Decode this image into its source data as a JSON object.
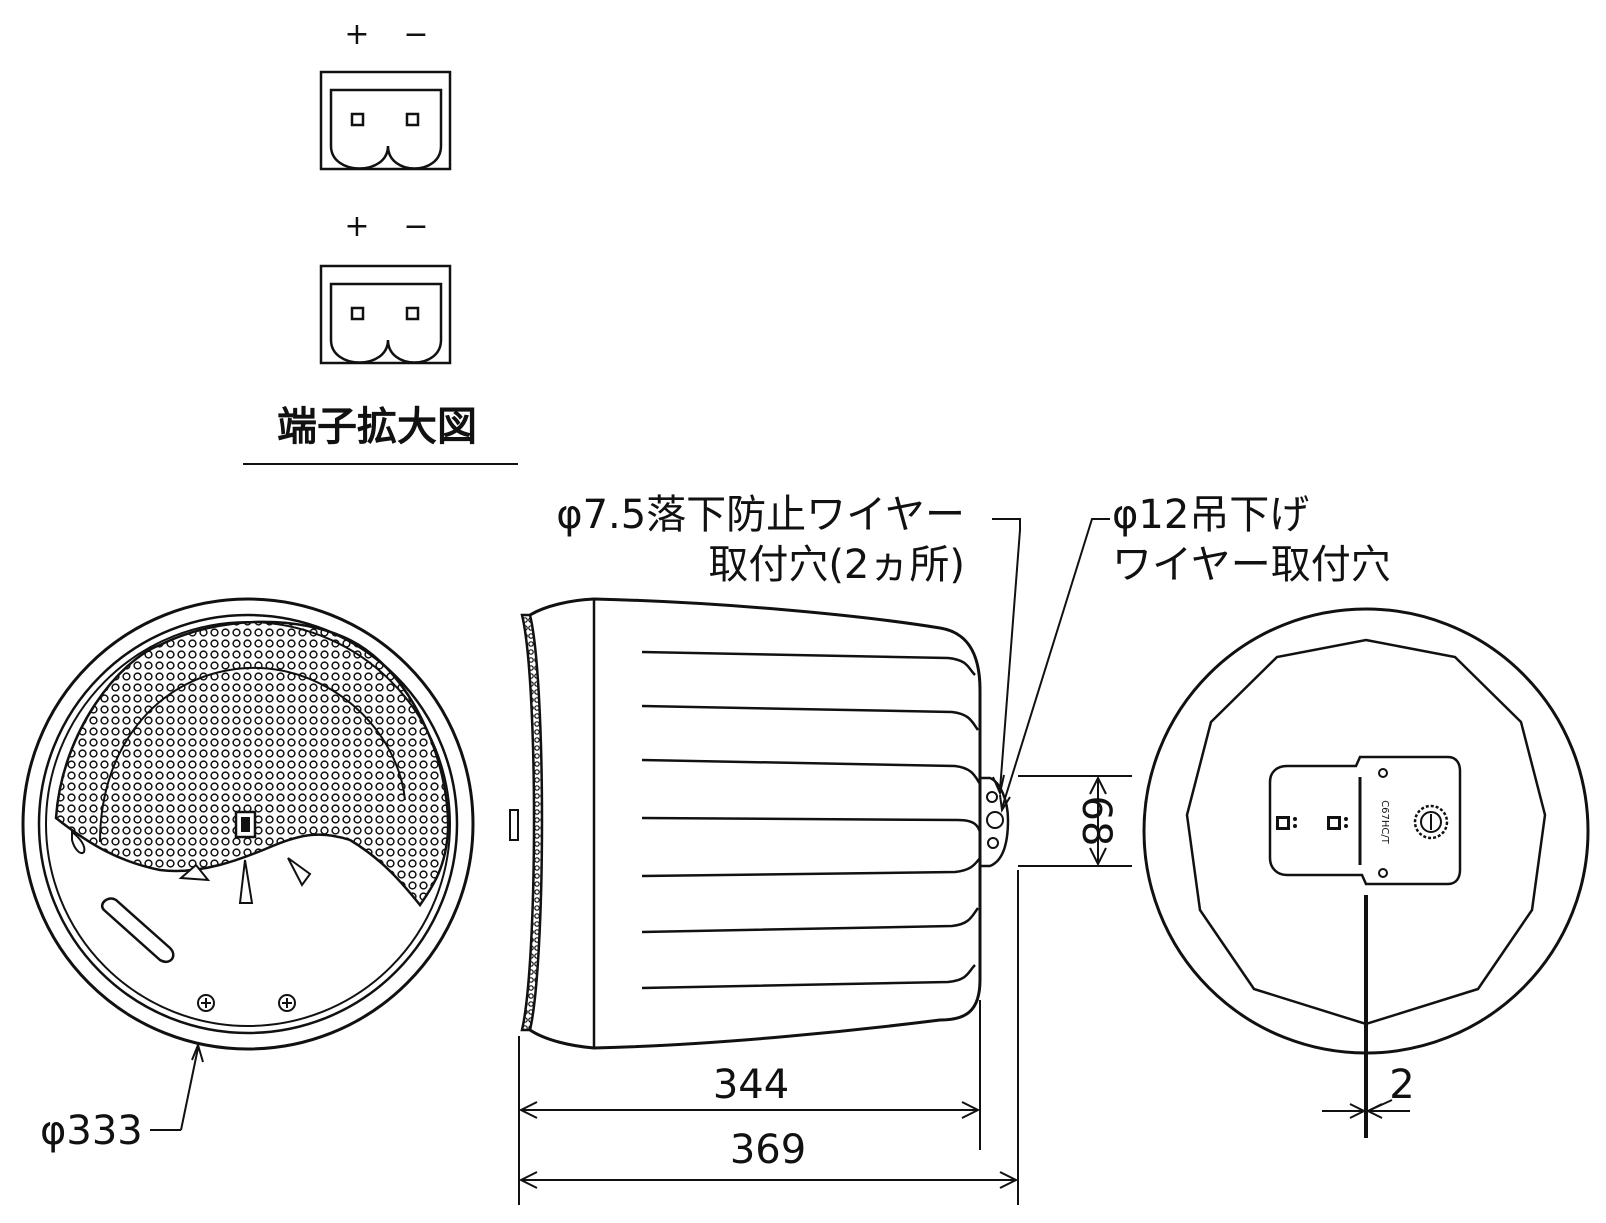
{
  "terminal_detail": {
    "title": "端子拡大図",
    "plus": "+",
    "minus": "−"
  },
  "callouts": {
    "safety_wire_line1": "φ7.5落下防止ワイヤー",
    "safety_wire_line2": "取付穴(2ヵ所)",
    "hang_wire_line1": "φ12吊下げ",
    "hang_wire_line2": "ワイヤー取付穴"
  },
  "dimensions": {
    "diameter": "φ333",
    "body_length": "344",
    "total_length": "369",
    "bracket_height": "68",
    "wire_width": "2"
  },
  "rear_label": "C67HC/T"
}
